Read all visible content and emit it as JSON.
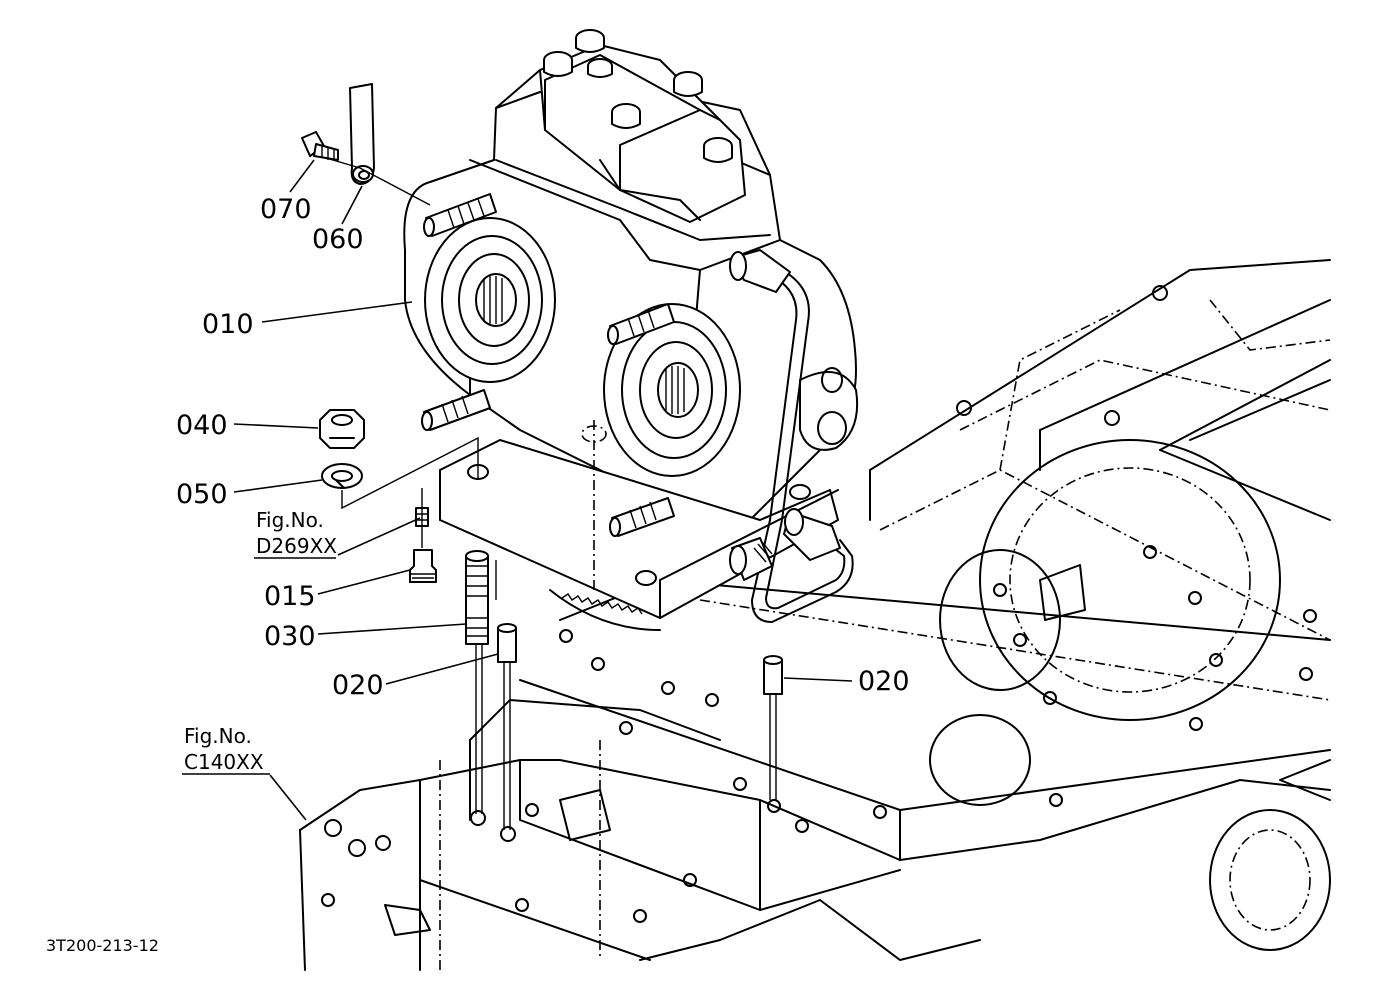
{
  "parts": {
    "p070": "070",
    "p060": "060",
    "p010": "010",
    "p040": "040",
    "p050": "050",
    "p015": "015",
    "p030": "030",
    "p020a": "020",
    "p020b": "020"
  },
  "refs": {
    "ref1_prefix": "Fig.No.",
    "ref1_code": "D269XX",
    "ref2_prefix": "Fig.No.",
    "ref2_code": "C140XX"
  },
  "drawing_code": "3T200-213-12"
}
